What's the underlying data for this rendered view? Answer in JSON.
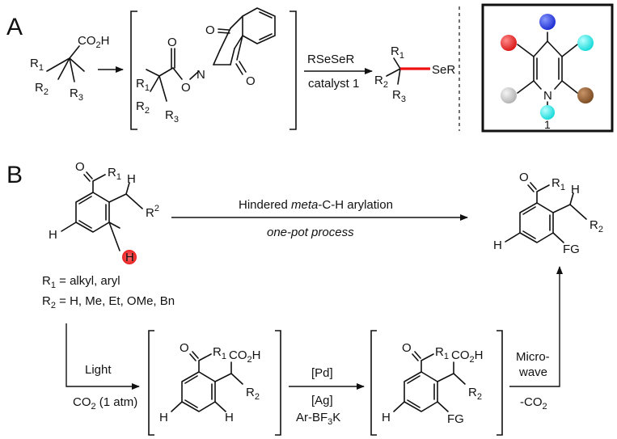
{
  "panel_a": {
    "label": "A",
    "acid": {
      "r1": "R",
      "r1_sub": "1",
      "r2": "R",
      "r2_sub": "2",
      "r3": "R",
      "r3_sub": "3",
      "co2h_a": "CO",
      "co2h_sub": "2",
      "co2h_b": "H"
    },
    "ester": {
      "r1": "R",
      "r1_sub": "1",
      "r2": "R",
      "r2_sub": "2",
      "r3": "R",
      "r3_sub": "3",
      "o_ester": "O",
      "o_link": "O",
      "n": "N",
      "o_top": "O",
      "o_bottom": "O"
    },
    "reagent": "RSeSeR",
    "reagent_color": "#1f3fd6",
    "catalyst": "catalyst 1",
    "catalyst_color": "#e020d0",
    "product": {
      "r1": "R",
      "r1_sub": "1",
      "r2": "R",
      "r2_sub": "2",
      "r3": "R",
      "r3_sub": "3",
      "se": "SeR"
    },
    "new_bond_color": "#ee1111",
    "catalyst_box": {
      "n": "N",
      "number": "1"
    },
    "ball_colors": {
      "top": "#2233dd",
      "left": "#ee2222",
      "right": "#22e6e6",
      "bottom_left": "#c8c8c8",
      "bottom_right": "#8b5a2b",
      "n_sub": "#22e6e6"
    }
  },
  "panel_b": {
    "label": "B",
    "start": {
      "o": "O",
      "r1": "R",
      "r1_sub": "1",
      "h_ch": "H",
      "r2": "R",
      "r2_sup": "2",
      "h_ring": "H",
      "h_meta": "H"
    },
    "substituents": {
      "line1_a": "R",
      "line1_sub": "1",
      "line1_b": " = alkyl, aryl",
      "line2_a": "R",
      "line2_sub": "2",
      "line2_b": " = H, Me, Et, OMe, Bn"
    },
    "top_arrow": {
      "line1_a": "Hindered ",
      "line1_italic": "meta",
      "line1_b": "-C-H arylation",
      "line2": "one-pot process"
    },
    "product": {
      "o": "O",
      "r1": "R",
      "r1_sub": "1",
      "h_ch": "H",
      "r2": "R",
      "r2_sub": "2",
      "h_ring": "H",
      "fg": "FG"
    },
    "fg_color": "#ee1111",
    "step1": {
      "top": "Light",
      "bottom_a": "CO",
      "bottom_sub": "2",
      "bottom_b": " (1 atm)"
    },
    "int1": {
      "o": "O",
      "r1": "R",
      "r1_sub": "1",
      "co2h_a": "CO",
      "co2h_sub": "2",
      "co2h_b": "H",
      "r2": "R",
      "r2_sub": "2",
      "h_left": "H",
      "h_right": "H"
    },
    "step2": {
      "top": "[Pd]",
      "mid": "[Ag]",
      "bottom_a": "Ar-BF",
      "bottom_sub": "3",
      "bottom_b": "K"
    },
    "int2": {
      "o": "O",
      "r1": "R",
      "r1_sub": "1",
      "co2h_a": "CO",
      "co2h_sub": "2",
      "co2h_b": "H",
      "r2": "R",
      "r2_sub": "2",
      "h_left": "H",
      "fg": "FG"
    },
    "step3": {
      "line1": "Micro-",
      "line2": "wave",
      "bottom_a": "-CO",
      "bottom_sub": "2"
    }
  }
}
